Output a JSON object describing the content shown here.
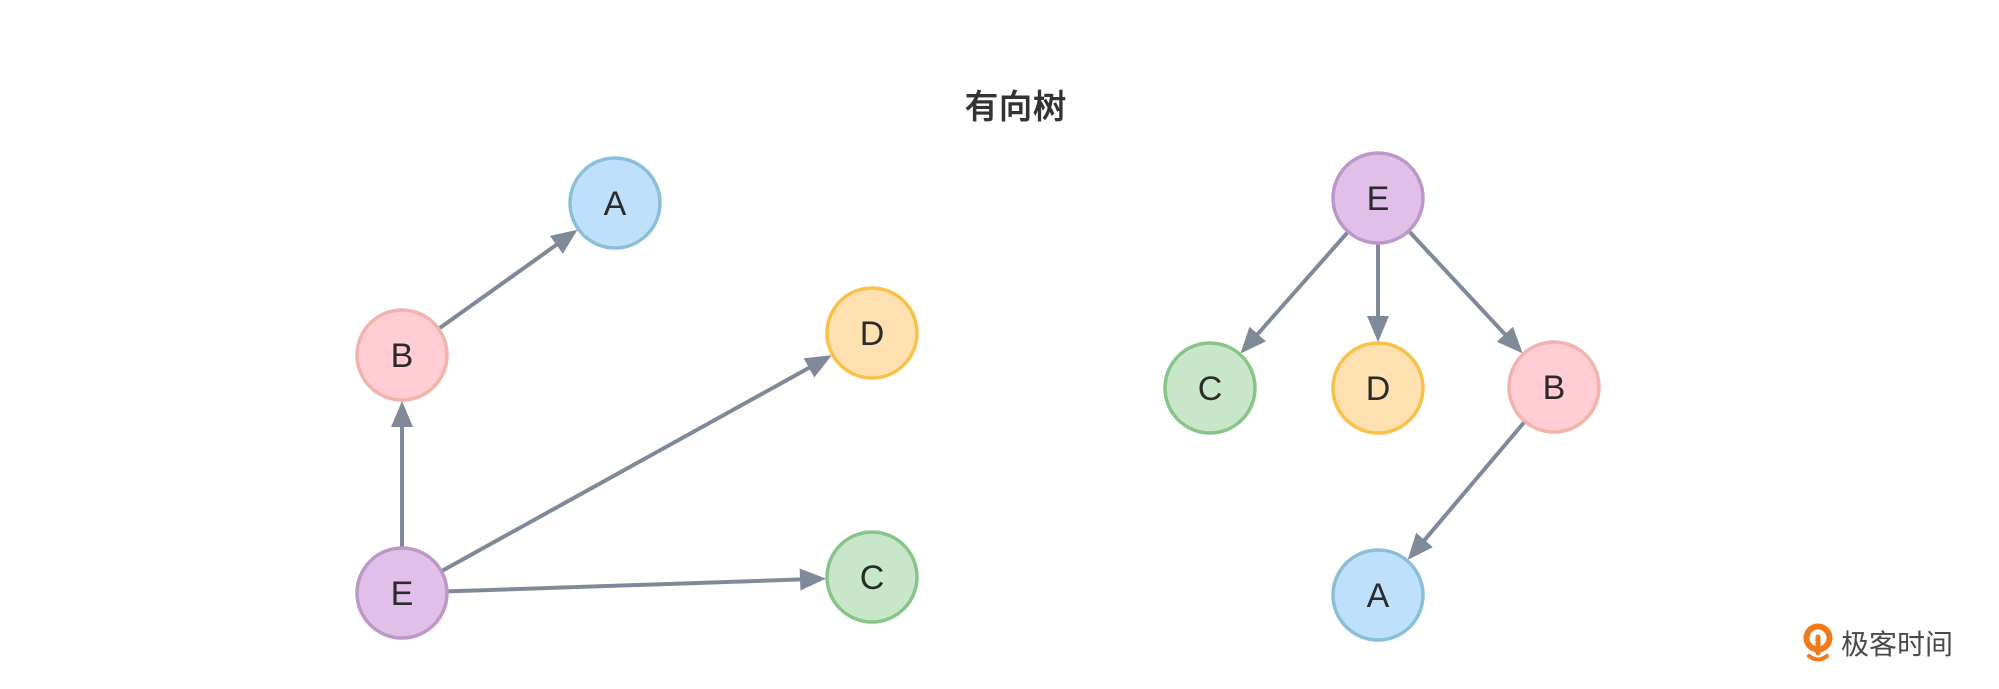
{
  "title": "有向树",
  "edge_color": "#7f8a98",
  "graphs": [
    {
      "name": "left-graph",
      "nodes": [
        {
          "id": "A",
          "label": "A",
          "fill": "#bfe0fb",
          "stroke": "#8bbfd8"
        },
        {
          "id": "B",
          "label": "B",
          "fill": "#ffcdd3",
          "stroke": "#f2b3aa"
        },
        {
          "id": "D",
          "label": "D",
          "fill": "#ffe0b0",
          "stroke": "#f7c247"
        },
        {
          "id": "E",
          "label": "E",
          "fill": "#e1bfe8",
          "stroke": "#bc98c8"
        },
        {
          "id": "C",
          "label": "C",
          "fill": "#c8e6c9",
          "stroke": "#88c48a"
        }
      ],
      "edges": [
        {
          "from": "B",
          "to": "A"
        },
        {
          "from": "E",
          "to": "B"
        },
        {
          "from": "E",
          "to": "D"
        },
        {
          "from": "E",
          "to": "C"
        }
      ]
    },
    {
      "name": "right-tree",
      "nodes": [
        {
          "id": "E",
          "label": "E",
          "fill": "#e1bfe8",
          "stroke": "#bc98c8"
        },
        {
          "id": "C",
          "label": "C",
          "fill": "#c8e6c9",
          "stroke": "#88c48a"
        },
        {
          "id": "D",
          "label": "D",
          "fill": "#ffe0b0",
          "stroke": "#f7c247"
        },
        {
          "id": "B",
          "label": "B",
          "fill": "#ffcdd3",
          "stroke": "#f2b3aa"
        },
        {
          "id": "A",
          "label": "A",
          "fill": "#bfe0fb",
          "stroke": "#8bbfd8"
        }
      ],
      "edges": [
        {
          "from": "E",
          "to": "C"
        },
        {
          "from": "E",
          "to": "D"
        },
        {
          "from": "E",
          "to": "B"
        },
        {
          "from": "B",
          "to": "A"
        }
      ]
    }
  ],
  "logo": {
    "text": "极客时间",
    "icon": "geektime-logo-icon",
    "color": "#f07b1e"
  }
}
